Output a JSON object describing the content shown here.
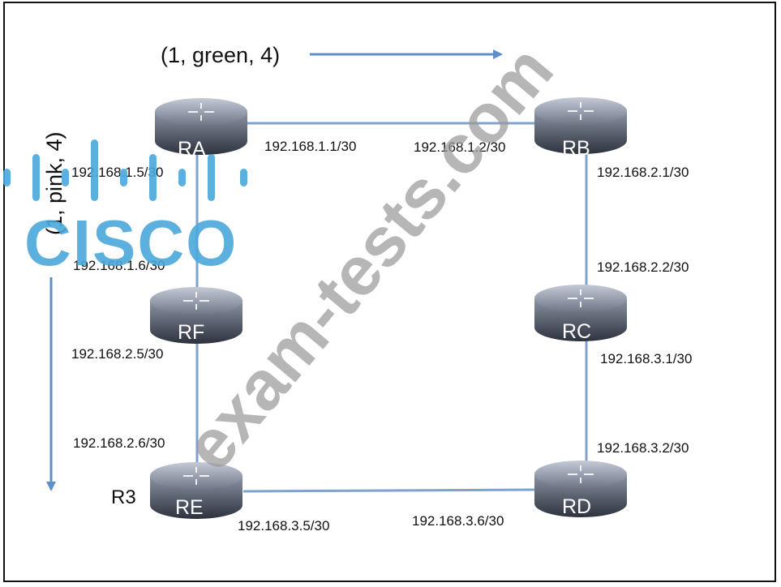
{
  "flows": {
    "horizontal": "(1, green, 4)",
    "vertical": "(1, pink, 4)"
  },
  "routers": {
    "RA": "RA",
    "RB": "RB",
    "RC": "RC",
    "RD": "RD",
    "RE": "RE",
    "RF": "RF"
  },
  "extra_label": "R3",
  "links": {
    "ra_rb": {
      "ra_side": "192.168.1.1/30",
      "rb_side": "192.168.1.2/30"
    },
    "rb_rc": {
      "rb_side": "192.168.2.1/30",
      "rc_side": "192.168.2.2/30"
    },
    "rc_rd": {
      "rc_side": "192.168.3.1/30",
      "rd_side": "192.168.3.2/30"
    },
    "rd_re": {
      "rd_side": "192.168.3.6/30",
      "re_side": "192.168.3.5/30"
    },
    "re_rf": {
      "re_side": "192.168.2.6/30",
      "rf_side": "192.168.2.5/30"
    },
    "rf_ra": {
      "rf_side": "192.168.1.6/30",
      "ra_side": "192.168.1.5/30"
    }
  },
  "watermark": {
    "logo_text": "CISCO",
    "site": "exam-tests.com"
  },
  "colors": {
    "link": "#7fa3cf",
    "arrow": "#5f8fc8",
    "router_dark": "#3a4250",
    "router_light": "#8e96a6",
    "cisco_blue": "#4aa7da",
    "watermark_gray": "#9a9a9a"
  }
}
